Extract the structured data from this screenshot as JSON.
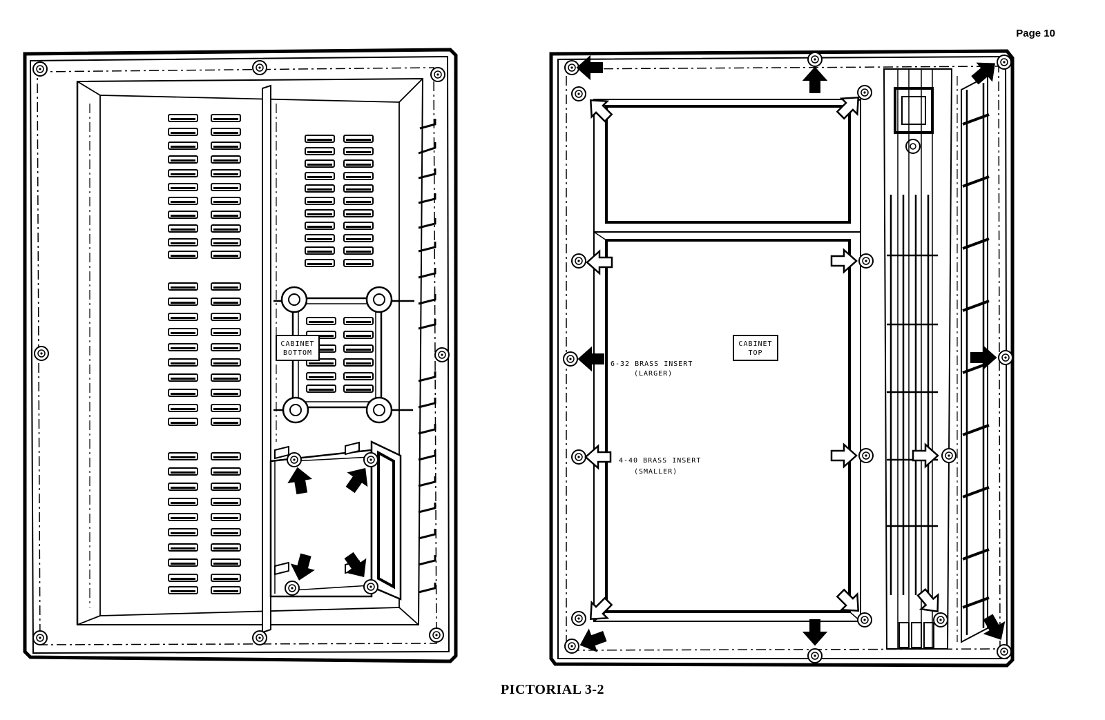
{
  "page": {
    "number_label": "Page 10",
    "caption": "PICTORIAL 3-2"
  },
  "left_panel": {
    "label_line1": "CABINET",
    "label_line2": "BOTTOM"
  },
  "right_panel": {
    "label_line1": "CABINET",
    "label_line2": "TOP",
    "insert_large_line1": "6-32 BRASS INSERT",
    "insert_large_line2": "(LARGER)",
    "insert_small_line1": "4-40 BRASS INSERT",
    "insert_small_line2": "(SMALLER)"
  },
  "colors": {
    "ink": "#000000",
    "paper": "#ffffff"
  }
}
